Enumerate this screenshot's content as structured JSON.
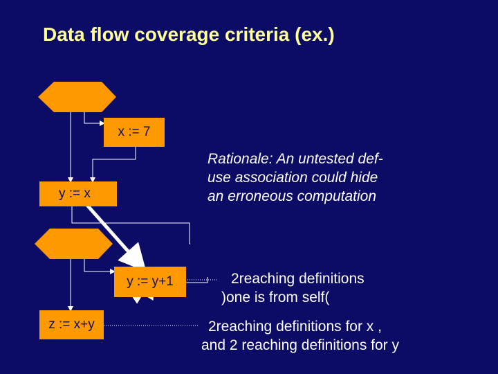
{
  "title": "Data flow coverage criteria (ex.)",
  "nodes": {
    "assign_x": "x := 7",
    "assign_y": "y := x",
    "increment_y": "y := y+1",
    "assign_z": "z := x+y"
  },
  "rationale": [
    "Rationale:  An untested def-",
    "use association  could hide",
    "an erroneous computation"
  ],
  "note_reaching": [
    "2reaching definitions",
    ")one is from self("
  ],
  "note_summary": [
    "2reaching definitions for x ,",
    "and 2 reaching definitions for y"
  ],
  "colors": {
    "background": "#0c0c66",
    "title": "#ffff99",
    "node_fill": "#ff9900",
    "text": "#ffffff",
    "arrow": "#ffffff"
  }
}
